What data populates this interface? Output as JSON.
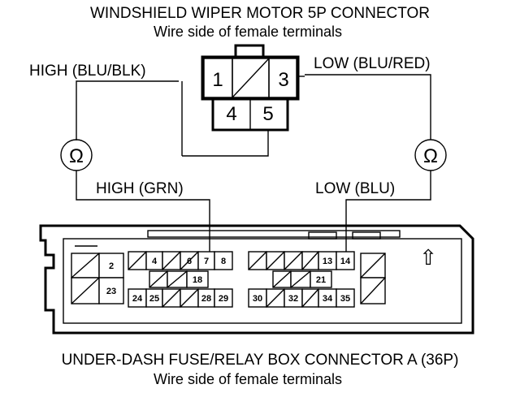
{
  "top_connector": {
    "title": "WINDSHIELD WIPER MOTOR 5P CONNECTOR",
    "subtitle": "Wire side of female terminals",
    "pins": [
      "1",
      "3",
      "4",
      "5"
    ]
  },
  "wires": {
    "high_top": "HIGH (BLU/BLK)",
    "low_top": "LOW (BLU/RED)",
    "high_bottom": "HIGH (GRN)",
    "low_bottom": "LOW (BLU)"
  },
  "meters": {
    "symbol": "Ω"
  },
  "bottom_connector": {
    "title": "UNDER-DASH FUSE/RELAY BOX CONNECTOR A (36P)",
    "subtitle": "Wire side of female terminals",
    "pins": [
      "2",
      "23",
      "4",
      "6",
      "7",
      "8",
      "18",
      "24",
      "25",
      "28",
      "29",
      "13",
      "14",
      "21",
      "30",
      "32",
      "34",
      "35"
    ],
    "arrow_symbol": "⇧"
  }
}
